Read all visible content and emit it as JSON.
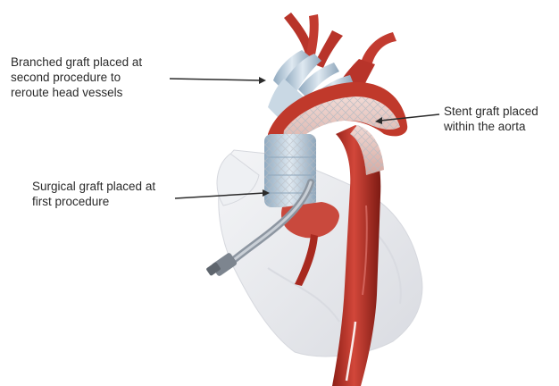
{
  "labels": {
    "branched_graft": "Branched graft placed at\nsecond procedure to\nreroute head vessels",
    "stent_graft": "Stent graft placed\nwithin the aorta",
    "surgical_graft": "Surgical graft placed at\nfirst procedure"
  },
  "colors": {
    "aorta_red": "#c0392b",
    "graft_blue": "#a9c3d6",
    "stent_pink": "#e8c8c2",
    "heart_white": "#e9eaee",
    "arrow": "#2b2b2b",
    "text": "#2a2a2a"
  }
}
